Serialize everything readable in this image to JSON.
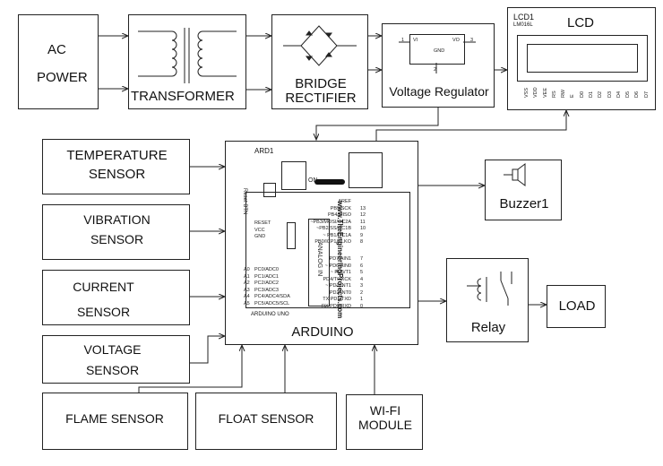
{
  "blocks": {
    "ac_power": {
      "line1": "AC",
      "line2": "POWER"
    },
    "transformer": {
      "label": "TRANSFORMER"
    },
    "bridge": {
      "line1": "BRIDGE",
      "line2": "RECTIFIER"
    },
    "regulator": {
      "label": "Voltage Regulator",
      "pin_vi": "VI",
      "pin_vo": "VO",
      "pin_gnd": "GND",
      "pin1": "1",
      "pin2": "2",
      "pin3": "3"
    },
    "lcd": {
      "title": "LCD",
      "ref": "LCD1",
      "model": "LM016L",
      "pins": [
        "VSS",
        "VDD",
        "VEE",
        "RS",
        "RW",
        "E",
        "D0",
        "D1",
        "D2",
        "D3",
        "D4",
        "D5",
        "D6",
        "D7"
      ]
    },
    "temperature": {
      "line1": "TEMPERATURE",
      "line2": "SENSOR"
    },
    "vibration": {
      "line1": "VIBRATION",
      "line2": "SENSOR"
    },
    "current": {
      "line1": "CURRENT",
      "line2": "SENSOR"
    },
    "voltage": {
      "line1": "VOLTAGE",
      "line2": "SENSOR"
    },
    "flame": {
      "label": "FLAME SENSOR"
    },
    "float": {
      "label": "FLOAT SENSOR"
    },
    "wifi": {
      "line1": "WI-FI",
      "line2": "MODULE"
    },
    "arduino": {
      "label": "ARDUINO",
      "ref": "ARD1",
      "model": "ARDUINO UNO",
      "website": "www.TheEngineeringProjects.com",
      "reset": "Reset BTN",
      "on": "ON",
      "power_pins": [
        "RESET",
        "VCC",
        "GND"
      ],
      "analog_title": "ANALOG IN",
      "analog_pins": [
        "PC0/ADC0",
        "PC1/ADC1",
        "PC2/ADC2",
        "PC3/ADC3",
        "PC4/ADC4/SDA",
        "PC5/ADC5/SCL"
      ],
      "digital_top": [
        "AREF",
        "PB5/SCK",
        "PB4/MISO",
        "~PB3/MOSI/OC2A",
        "~PB2/SS/OC1B",
        "~ PB1/OC1A",
        "PB0/ICP1/CLKO"
      ],
      "digital_bottom": [
        "PD7/AIN1",
        "~ PD6/AIN0",
        "~ PD5/T1",
        "PD4/T0/XCK",
        "~ PD3/INT1",
        "PD2/INT0",
        "TX PD1/TXD",
        "RX PD0/RXD"
      ],
      "analog_nums": [
        "A0",
        "A1",
        "A2",
        "A3",
        "A4",
        "A5"
      ],
      "pin_nums_top": [
        "13",
        "12",
        "11",
        "10",
        "9",
        "8"
      ],
      "pin_nums_bottom": [
        "7",
        "6",
        "5",
        "4",
        "3",
        "2",
        "1",
        "0"
      ]
    },
    "buzzer": {
      "label": "Buzzer1"
    },
    "relay": {
      "label": "Relay"
    },
    "load": {
      "label": "LOAD"
    }
  },
  "colors": {
    "line": "#222222",
    "fill": "#ffffff",
    "chip": "#111111"
  }
}
